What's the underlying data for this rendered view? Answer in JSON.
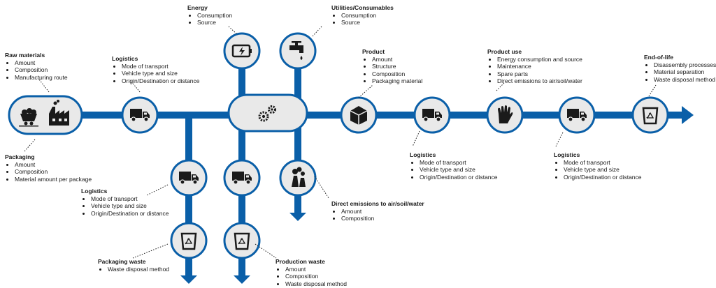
{
  "colors": {
    "line": "#0a5fa8",
    "node_fill": "#e9e9e9",
    "node_stroke": "#0a5fa8",
    "icon": "#1a1a1a"
  },
  "nodes": [
    {
      "id": "raw",
      "icon": "raw-materials-factory-icon"
    },
    {
      "id": "log1",
      "icon": "truck-icon"
    },
    {
      "id": "energy",
      "icon": "battery-energy-icon"
    },
    {
      "id": "utilities",
      "icon": "water-tap-icon"
    },
    {
      "id": "process",
      "icon": "gears-icon"
    },
    {
      "id": "product",
      "icon": "box-icon"
    },
    {
      "id": "log3",
      "icon": "truck-icon"
    },
    {
      "id": "use",
      "icon": "hand-icon"
    },
    {
      "id": "log4",
      "icon": "truck-icon"
    },
    {
      "id": "eol",
      "icon": "recycle-bin-icon"
    },
    {
      "id": "log2a",
      "icon": "truck-icon"
    },
    {
      "id": "log2b",
      "icon": "truck-icon"
    },
    {
      "id": "emissions",
      "icon": "emissions-plant-icon"
    },
    {
      "id": "packwaste",
      "icon": "recycle-bin-icon"
    },
    {
      "id": "prodwaste",
      "icon": "recycle-bin-icon"
    }
  ],
  "labels": {
    "raw_materials": {
      "title": "Raw materials",
      "items": [
        "Amount",
        "Composition",
        "Manufacturing route"
      ]
    },
    "logistics_1": {
      "title": "Logistics",
      "items": [
        "Mode of transport",
        "Vehicle type and size",
        "Origin/Destination or distance"
      ]
    },
    "energy": {
      "title": "Energy",
      "items": [
        "Consumption",
        "Source"
      ]
    },
    "utilities": {
      "title": "Utilities/Consumables",
      "items": [
        "Consumption",
        "Source"
      ]
    },
    "product": {
      "title": "Product",
      "items": [
        "Amount",
        "Structure",
        "Composition",
        "Packaging material"
      ]
    },
    "product_use": {
      "title": "Product use",
      "items": [
        "Energy consumption and source",
        "Maintenance",
        "Spare parts",
        "Direct emissions to air/soil/water"
      ]
    },
    "end_of_life": {
      "title": "End-of-life",
      "items": [
        "Disassembly processes",
        "Material separation",
        "Waste disposal method"
      ]
    },
    "packaging": {
      "title": "Packaging",
      "items": [
        "Amount",
        "Composition",
        "Material amount per package"
      ]
    },
    "logistics_2": {
      "title": "Logistics",
      "items": [
        "Mode of transport",
        "Vehicle type and size",
        "Origin/Destination or distance"
      ]
    },
    "emissions": {
      "title": "Direct emissions to air/soil/water",
      "items": [
        "Amount",
        "Composition"
      ]
    },
    "logistics_3": {
      "title": "Logistics",
      "items": [
        "Mode of transport",
        "Vehicle type and size",
        "Origin/Destination or distance"
      ]
    },
    "logistics_4": {
      "title": "Logistics",
      "items": [
        "Mode of transport",
        "Vehicle type and size",
        "Origin/Destination or distance"
      ]
    },
    "packaging_waste": {
      "title": "Packaging waste",
      "items": [
        "Waste disposal method"
      ]
    },
    "production_waste": {
      "title": "Production waste",
      "items": [
        "Amount",
        "Composition",
        "Waste disposal method"
      ]
    }
  }
}
